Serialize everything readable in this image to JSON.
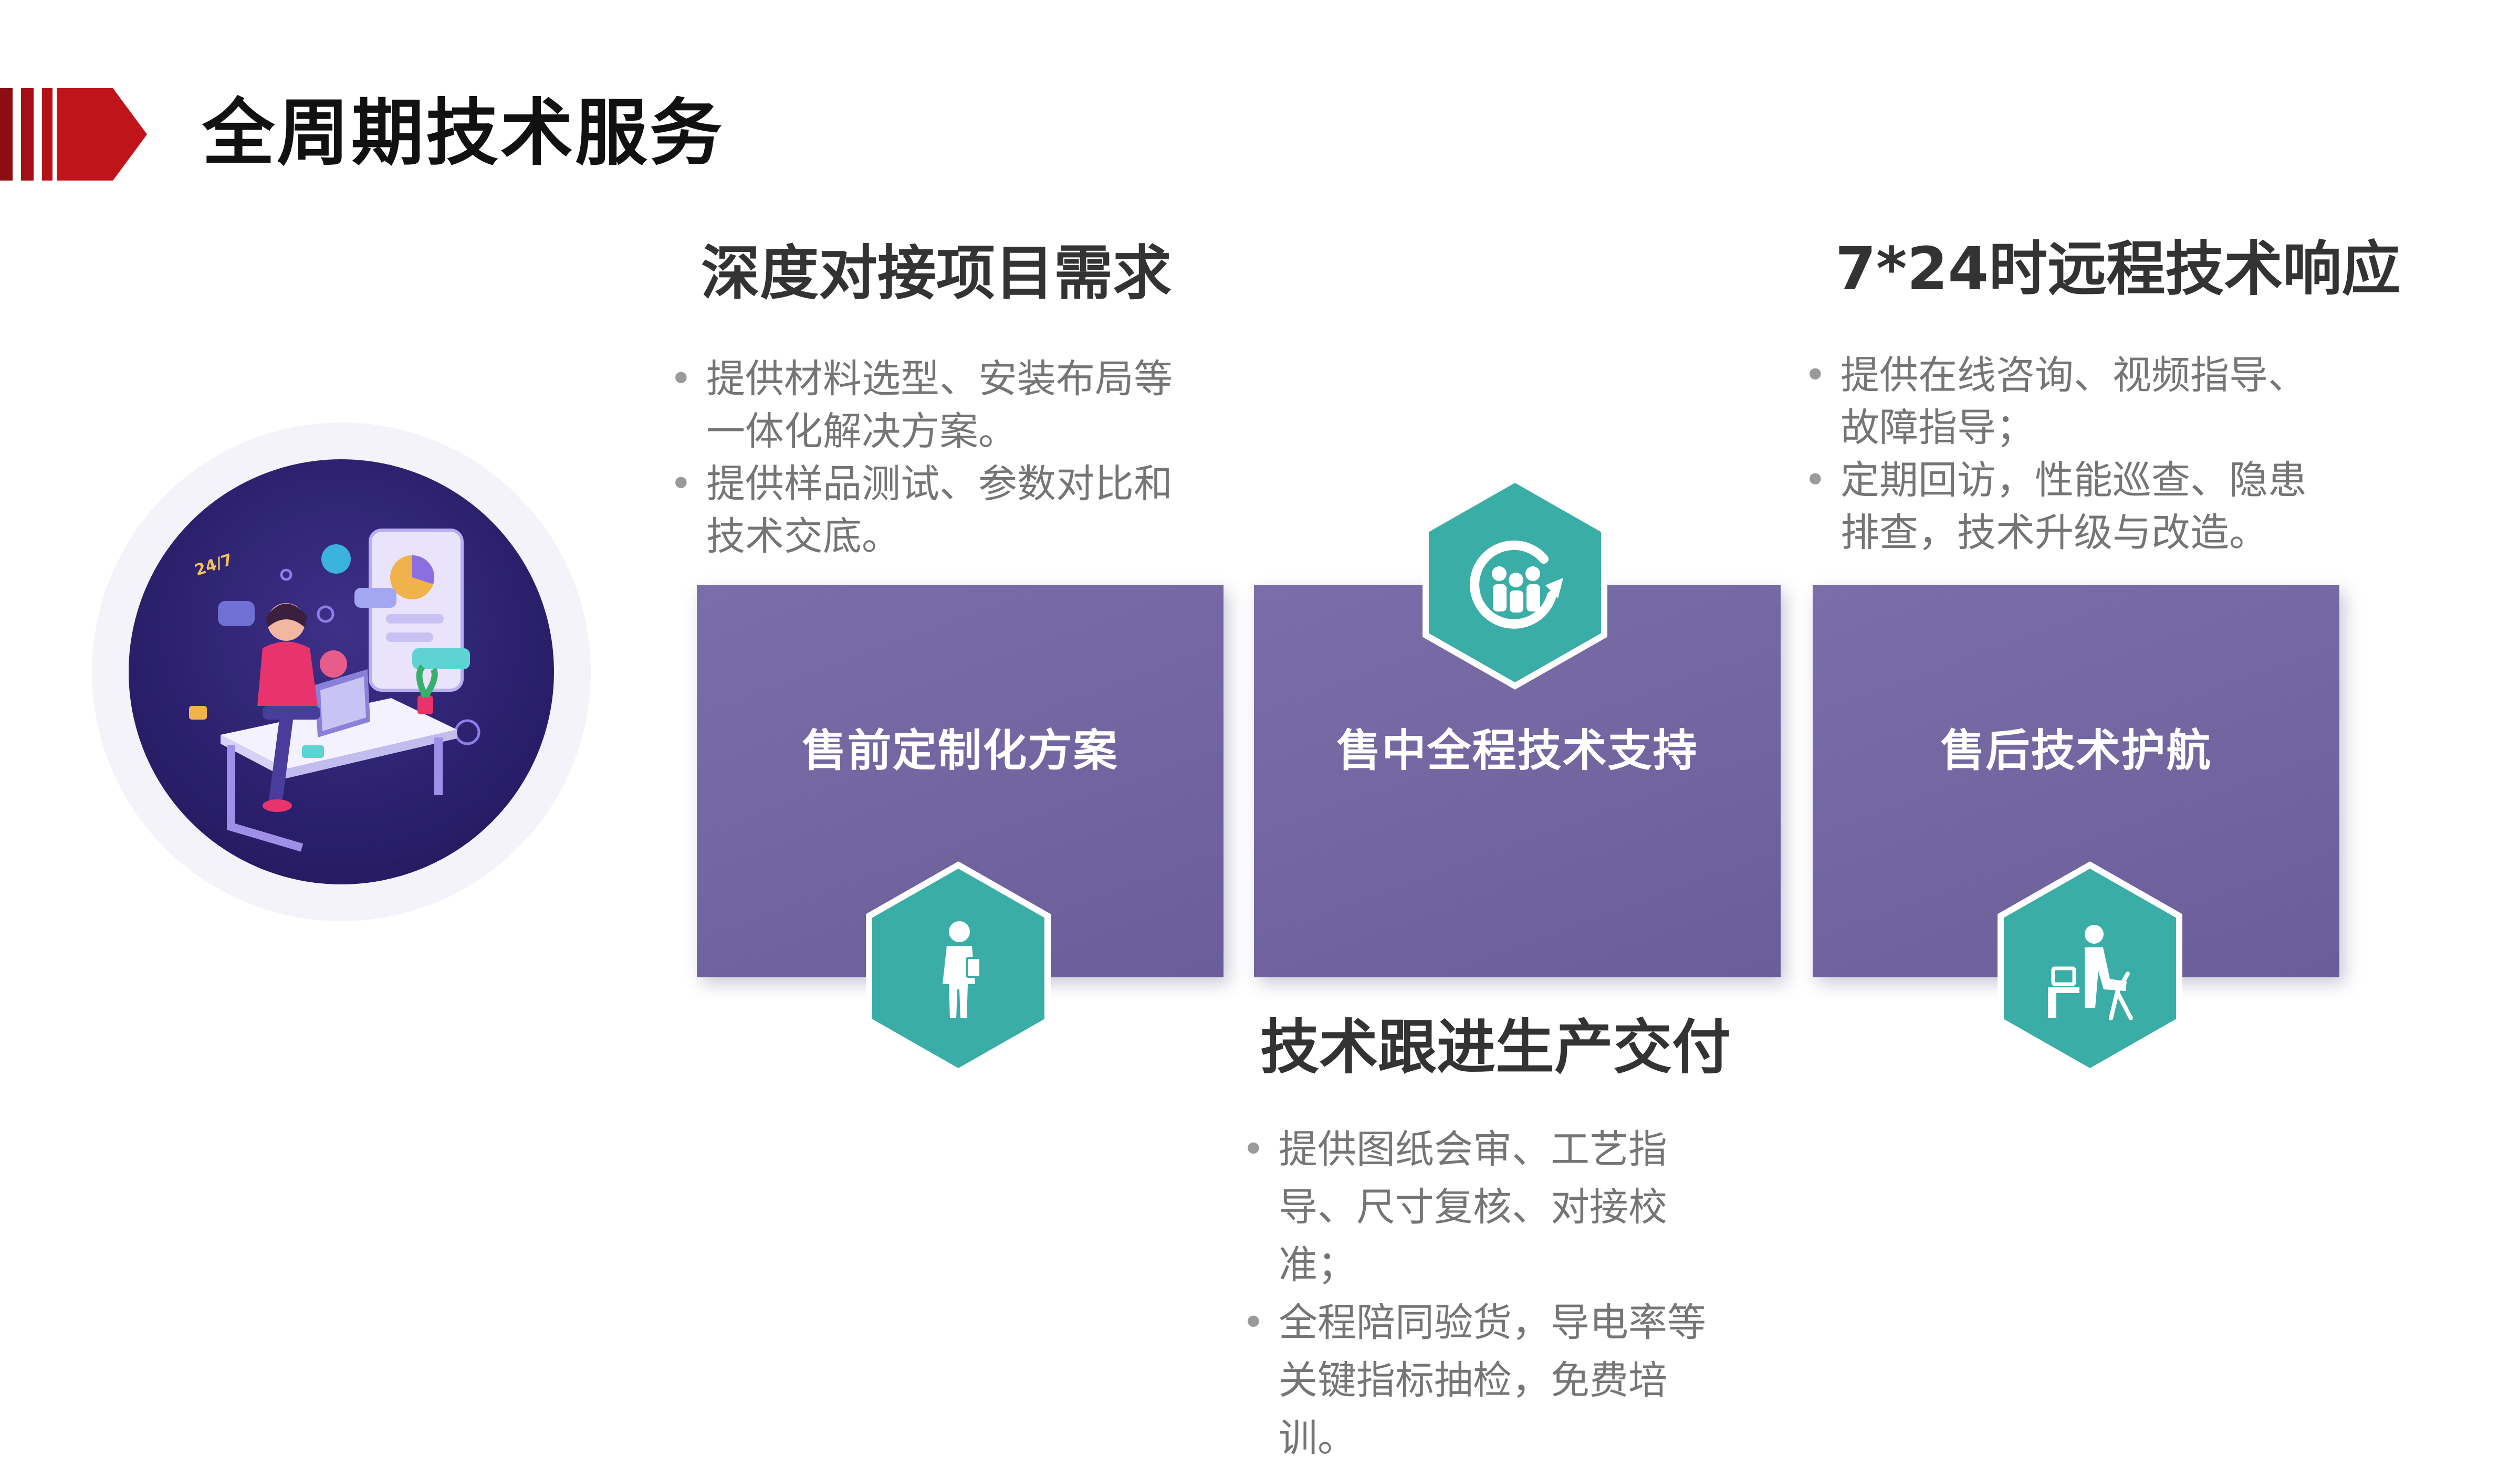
{
  "header": {
    "title": "全周期技术服务",
    "brand_color": "#c0141b"
  },
  "illustration": {
    "badge_text": "24/7",
    "icon": "customer-service-illustration",
    "colors": {
      "circle": "#2a1f6b",
      "ring": "#f4f3f9"
    }
  },
  "stages": [
    {
      "label": "售前定制化方案",
      "icon": "presenter-icon"
    },
    {
      "label": "售中全程技术支持",
      "icon": "growth-team-icon"
    },
    {
      "label": "售后技术护航",
      "icon": "desk-worker-icon"
    }
  ],
  "sections": [
    {
      "title": "深度对接项目需求",
      "bullets": [
        "提供材料选型、安装布局等一体化解决方案。",
        "提供样品测试、参数对比和技术交底。"
      ]
    },
    {
      "title": "7*24时远程技术响应",
      "bullets": [
        "提供在线咨询、视频指导、故障指导；",
        "定期回访，性能巡查、隐患排查，技术升级与改造。"
      ]
    },
    {
      "title": "技术跟进生产交付",
      "bullets": [
        "提供图纸会审、工艺指导、尺寸复核、对接校准；",
        "全程陪同验货，导电率等关键指标抽检，免费培训。"
      ]
    }
  ],
  "colors": {
    "card": "#6f62a0",
    "hex": "#3aada6",
    "title_text": "#333333",
    "body_text": "#757575"
  }
}
